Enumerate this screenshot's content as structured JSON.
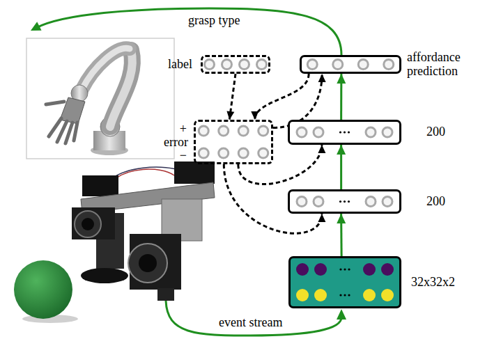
{
  "diagram": {
    "nodes": [
      {
        "text": [
          "label"
        ]
      },
      {
        "text": [
          "affordance prediction"
        ]
      },
      {
        "text": [
          "+",
          "error",
          "−"
        ]
      },
      {
        "text": [
          "200"
        ]
      },
      {
        "text": [
          "200"
        ]
      },
      {
        "text": [
          "32x32x2"
        ]
      }
    ],
    "edges": [
      {
        "from": 5,
        "to": 4,
        "arrow": "to"
      },
      {
        "from": 4,
        "to": 3,
        "arrow": "to"
      },
      {
        "from": 3,
        "to": 1,
        "arrow": "to"
      },
      {
        "from": 0,
        "to": 2,
        "arrow": "to"
      },
      {
        "from": 1,
        "to": 2,
        "arrow": "to"
      },
      {
        "from": 2,
        "to": 1,
        "arrow": "to"
      },
      {
        "from": 2,
        "to": 3,
        "arrow": "to"
      },
      {
        "from": 2,
        "to": 4,
        "arrow": "to"
      }
    ],
    "labels": [
      "grasp type",
      "event stream"
    ]
  }
}
